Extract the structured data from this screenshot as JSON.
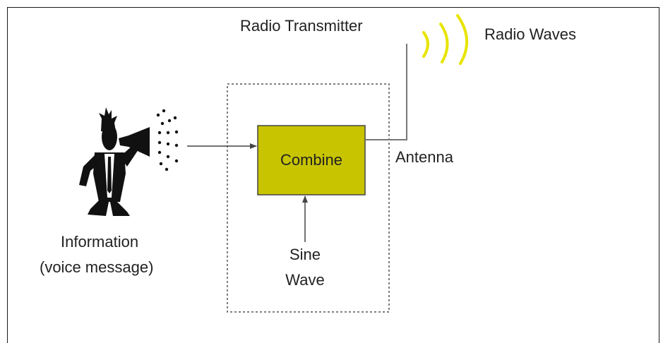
{
  "diagram": {
    "title": "Radio Transmitter",
    "combine_label": "Combine",
    "antenna_label": "Antenna",
    "radio_waves_label": "Radio Waves",
    "info_line1": "Information",
    "info_line2": "(voice message)",
    "sine_line1": "Sine",
    "sine_line2": "Wave"
  },
  "colors": {
    "combine_fill": "#c8c400",
    "wave_color": "#e8e400",
    "line_color": "#444444",
    "figure_color": "#111111"
  },
  "icons": {
    "speaker": "person-megaphone-icon",
    "waves": "radio-waves-icon"
  }
}
